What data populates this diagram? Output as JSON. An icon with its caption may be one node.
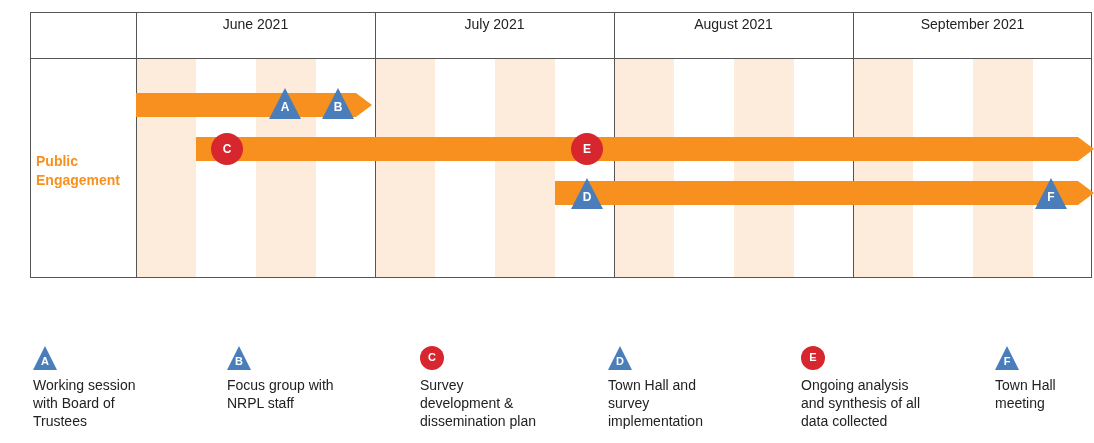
{
  "diagram": {
    "nodes": [
      {
        "text": [],
        "shape": "bar"
      },
      {
        "text": [],
        "shape": "bar"
      },
      {
        "text": [],
        "shape": "bar"
      },
      {
        "text": [
          "A"
        ]
      },
      {
        "text": [
          "B"
        ]
      },
      {
        "text": [
          "C"
        ]
      },
      {
        "text": [
          "E"
        ]
      },
      {
        "text": [
          "D"
        ]
      },
      {
        "text": [
          "F"
        ]
      },
      {
        "text": [
          "A",
          "Working session with Board of Trustees"
        ]
      },
      {
        "text": [
          "B",
          "Focus group with NRPL staff"
        ]
      },
      {
        "text": [
          "C",
          "Survey development & dissemination plan"
        ]
      },
      {
        "text": [
          "D",
          "Town Hall and survey implementation"
        ]
      },
      {
        "text": [
          "E",
          "Ongoing analysis and synthesis of all data collected"
        ]
      },
      {
        "text": [
          "F",
          "Town Hall meeting"
        ]
      }
    ],
    "labels": [
      "June 2021",
      "July 2021",
      "August 2021",
      "September 2021",
      "Public Engagement"
    ]
  }
}
